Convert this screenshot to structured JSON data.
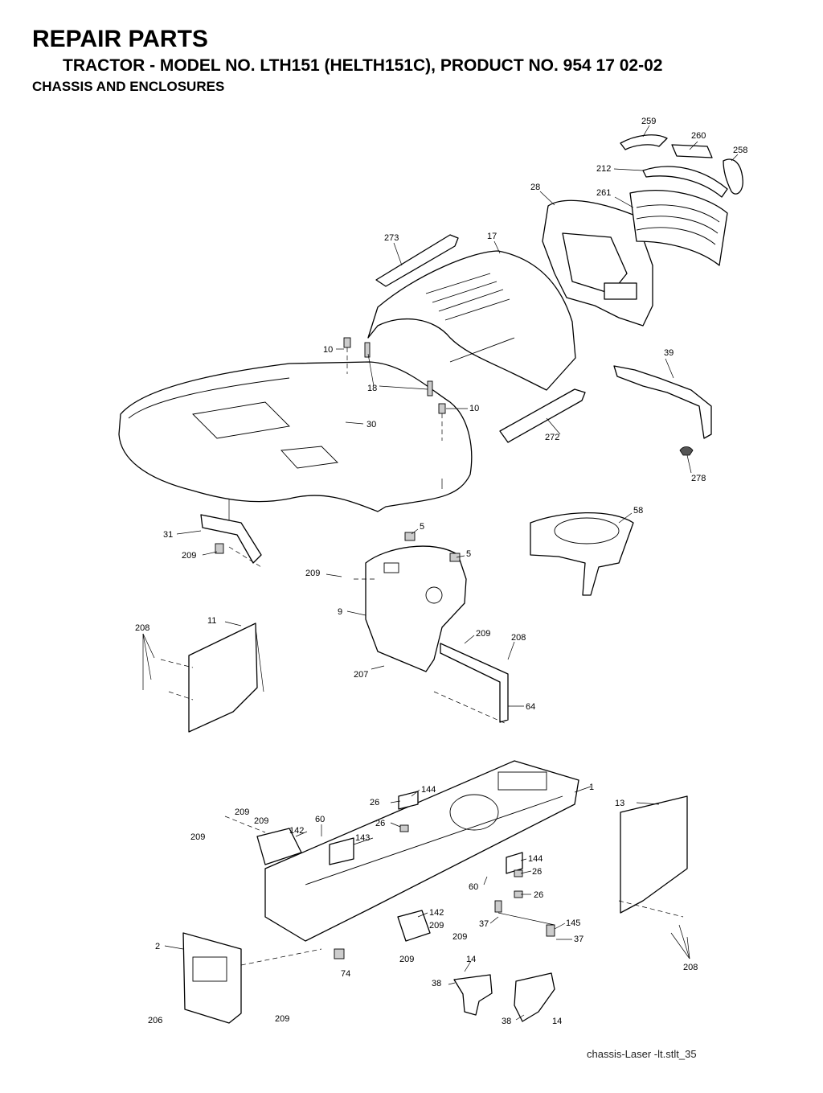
{
  "header": {
    "title": "REPAIR PARTS",
    "subtitle": "TRACTOR - MODEL NO. LTH151 (HELTH151C), PRODUCT NO. 954 17 02-02",
    "section": "CHASSIS AND ENCLOSURES"
  },
  "footer": {
    "drawing_id": "chassis-Laser -lt.stlt_35"
  },
  "callouts": [
    "259",
    "260",
    "258",
    "212",
    "28",
    "261",
    "273",
    "17",
    "10",
    "18",
    "10",
    "30",
    "272",
    "39",
    "278",
    "58",
    "5",
    "5",
    "31",
    "209",
    "209",
    "9",
    "11",
    "208",
    "209",
    "208",
    "207",
    "64",
    "1",
    "144",
    "26",
    "26",
    "13",
    "209",
    "209",
    "209",
    "60",
    "142",
    "143",
    "144",
    "26",
    "60",
    "26",
    "142",
    "209",
    "209",
    "37",
    "145",
    "37",
    "209",
    "2",
    "14",
    "38",
    "74",
    "206",
    "209",
    "38",
    "14",
    "208"
  ]
}
